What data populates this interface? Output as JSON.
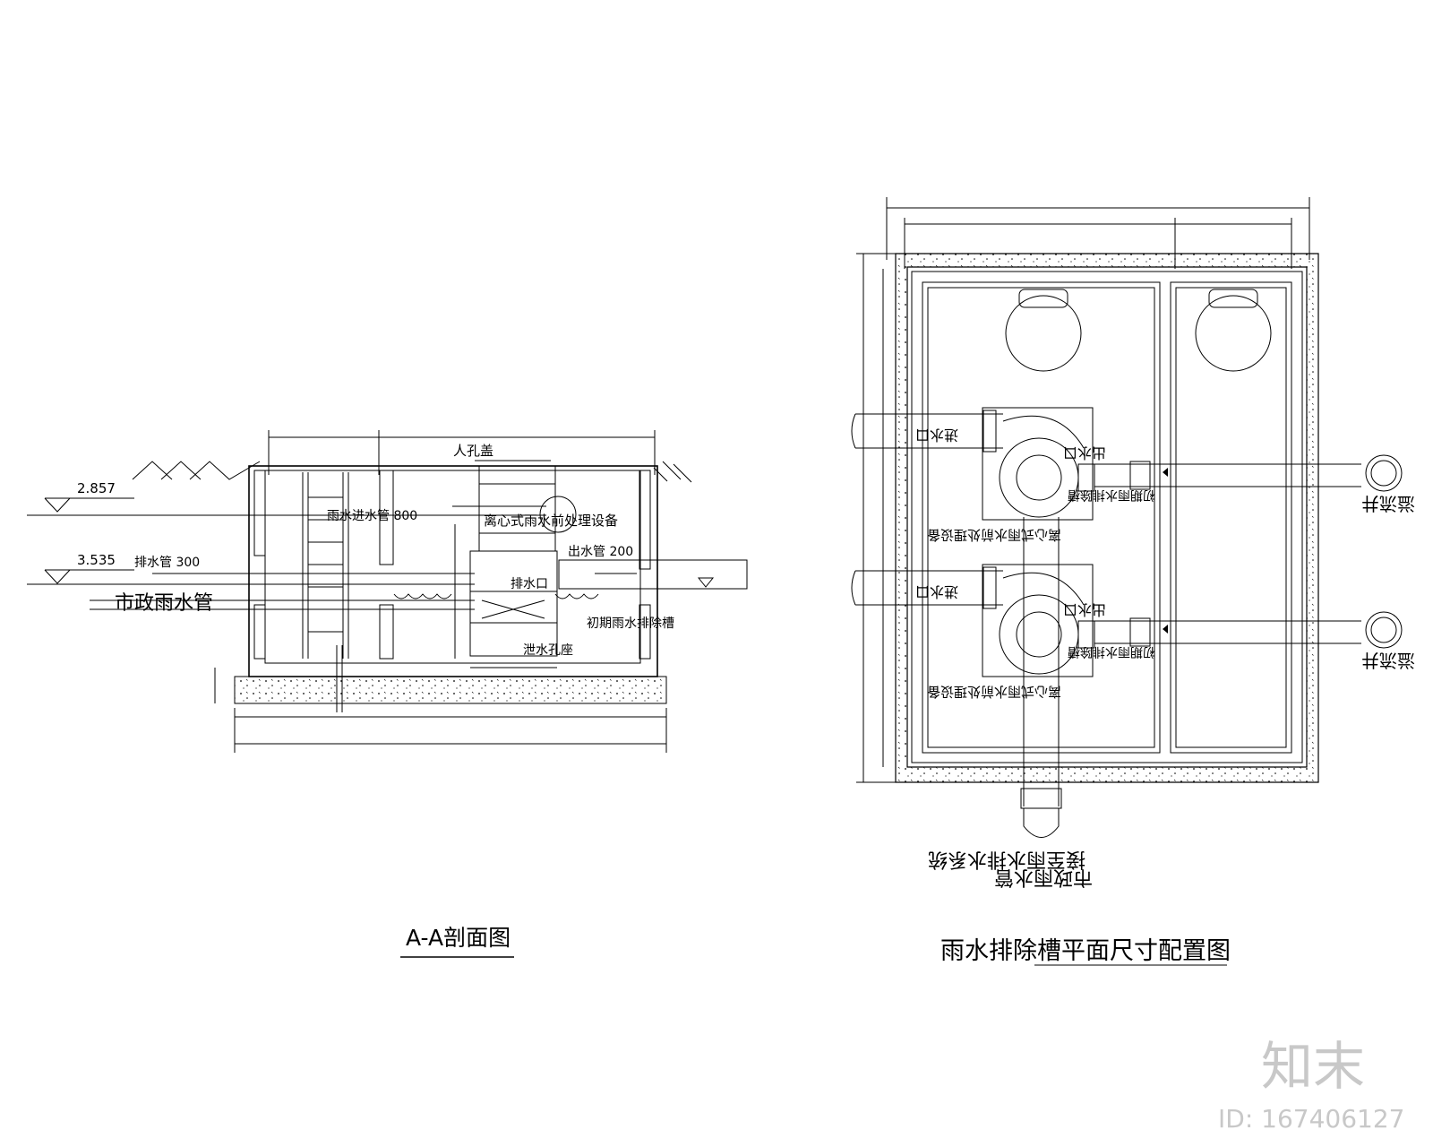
{
  "section": {
    "title": "A-A剖面图",
    "elev_top": "2.857",
    "elev_bottom": "3.535",
    "manhole": "人孔盖",
    "inlet_pipe": "雨水进水管  800",
    "device": "离心式雨水前处理设备",
    "outlet_pipe": "出水管  200",
    "drain_pipe": "排水管  300",
    "municipal": "市政雨水管",
    "drain_port": "排水口",
    "first_flush": "初期雨水排除槽",
    "sump": "泄水孔座"
  },
  "plan": {
    "title": "雨水排除槽平面尺寸配置图",
    "inlet_1": "进水口",
    "inlet_2": "进水口",
    "outlet_1": "出水口",
    "outlet_2": "出水口",
    "device_1": "离心式雨水前处理设备",
    "device_2": "离心式雨水前处理设备",
    "tank_1": "初期雨水排除槽",
    "tank_2": "初期雨水排除槽",
    "overflow_1": "溢流井",
    "overflow_2": "溢流井",
    "municipal": "市政雨水管",
    "system": "接至雨水排水系统"
  },
  "watermark": {
    "logo": "知末",
    "id": "ID: 167406127"
  }
}
